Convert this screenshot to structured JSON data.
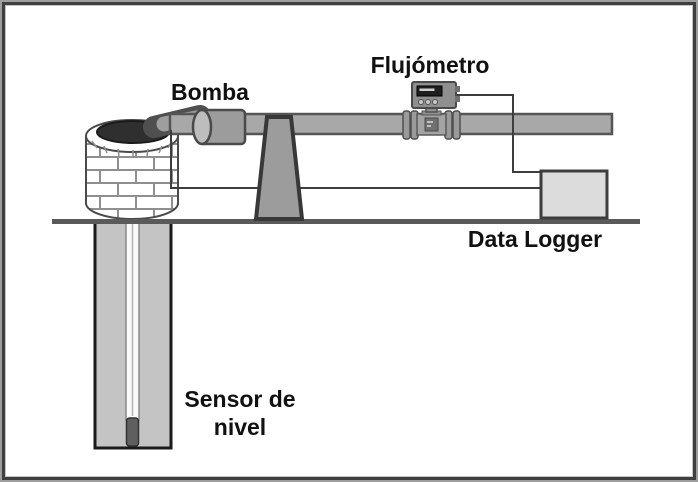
{
  "diagram": {
    "description": "Esquema de prueba de bombeo de pozo",
    "labels": {
      "pump": "Bomba",
      "flowmeter": "Flujómetro",
      "data_logger": "Data Logger",
      "level_sensor_line1": "Sensor de",
      "level_sensor_line2": "nivel"
    },
    "colors": {
      "frame_outer": "#9e9e9e",
      "frame_inner": "#3f3f3f",
      "text": "#111111",
      "pipe_fill": "#a8a8a8",
      "pipe_stroke": "#555555",
      "pump_fill": "#9c9c9c",
      "column_fill": "#9c9c9c",
      "ground": "#5a5a5a",
      "well_opening": "#2f2f2f",
      "brick_mortar": "#8f8f8f",
      "casing_fill": "#c4c4c4",
      "sensor_probe": "#5f5f5f",
      "data_logger_fill": "#dcdcdc",
      "cable": "#3d3d3d"
    }
  }
}
